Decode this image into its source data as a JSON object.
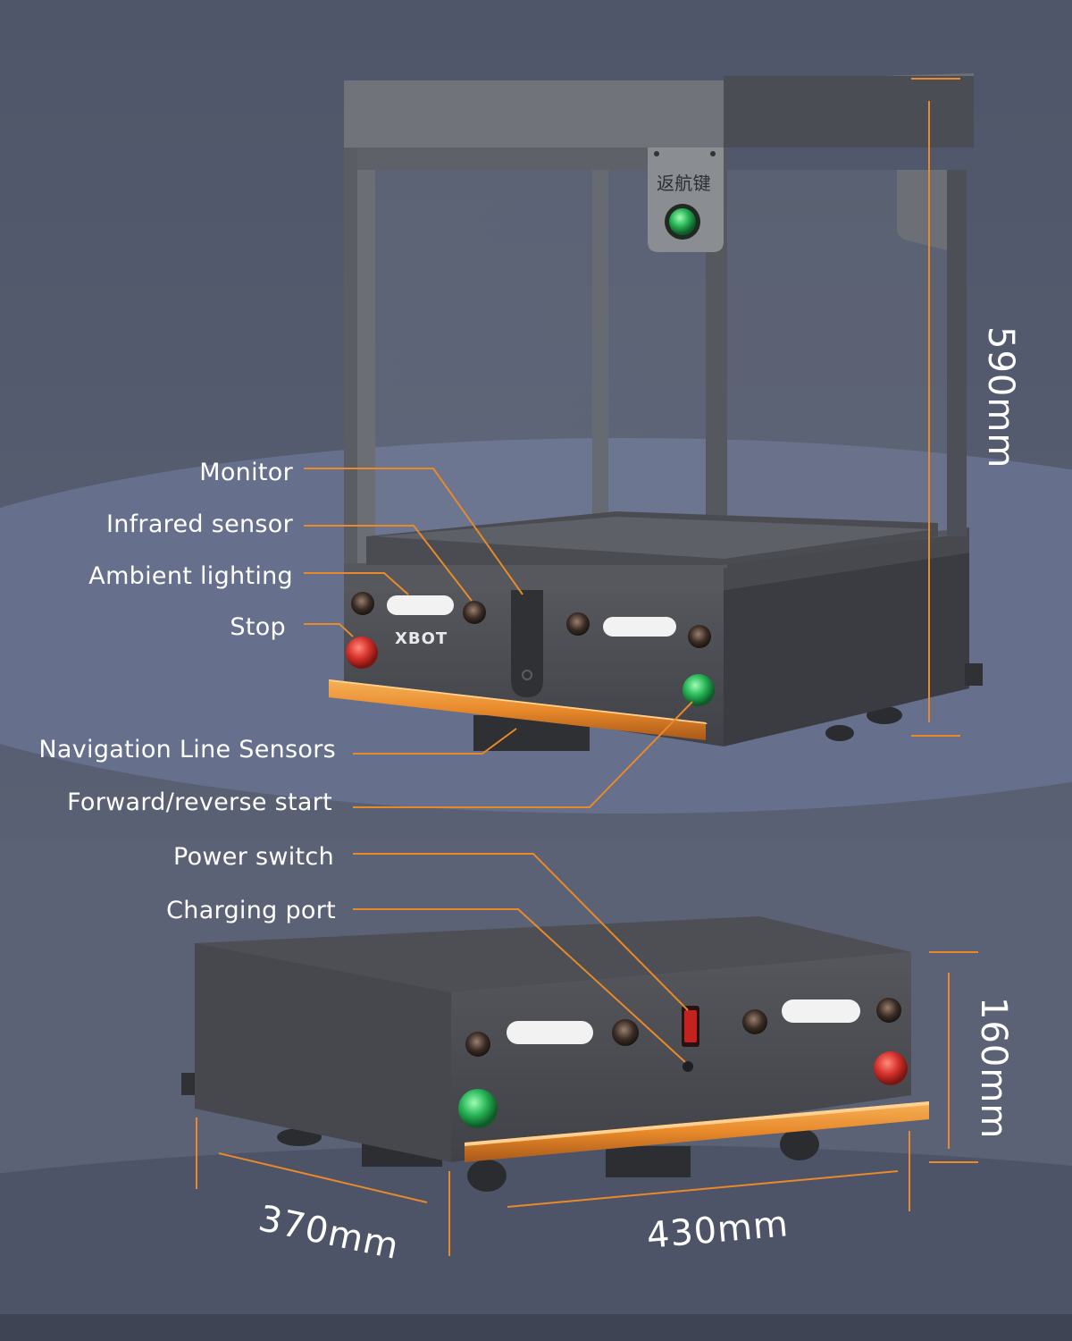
{
  "robot": {
    "logo": "XBOT",
    "return_button_text": "返航键"
  },
  "callouts": {
    "monitor": "Monitor",
    "infrared_sensor": "Infrared sensor",
    "ambient_lighting": "Ambient lighting",
    "stop": "Stop",
    "navigation_line_sensors": "Navigation Line Sensors",
    "forward_reverse_start": "Forward/reverse start",
    "power_switch": "Power switch",
    "charging_port": "Charging port"
  },
  "dimensions": {
    "height_total": "590mm",
    "height_base": "160mm",
    "depth": "370mm",
    "width": "430mm"
  },
  "colors": {
    "background": "#5a6174",
    "platform": "#66708d",
    "body": "#4a4c51",
    "accent_orange": "#e8892a",
    "stop_red": "#d6322c",
    "start_green": "#27b356",
    "light_white": "#f2f2f2"
  }
}
